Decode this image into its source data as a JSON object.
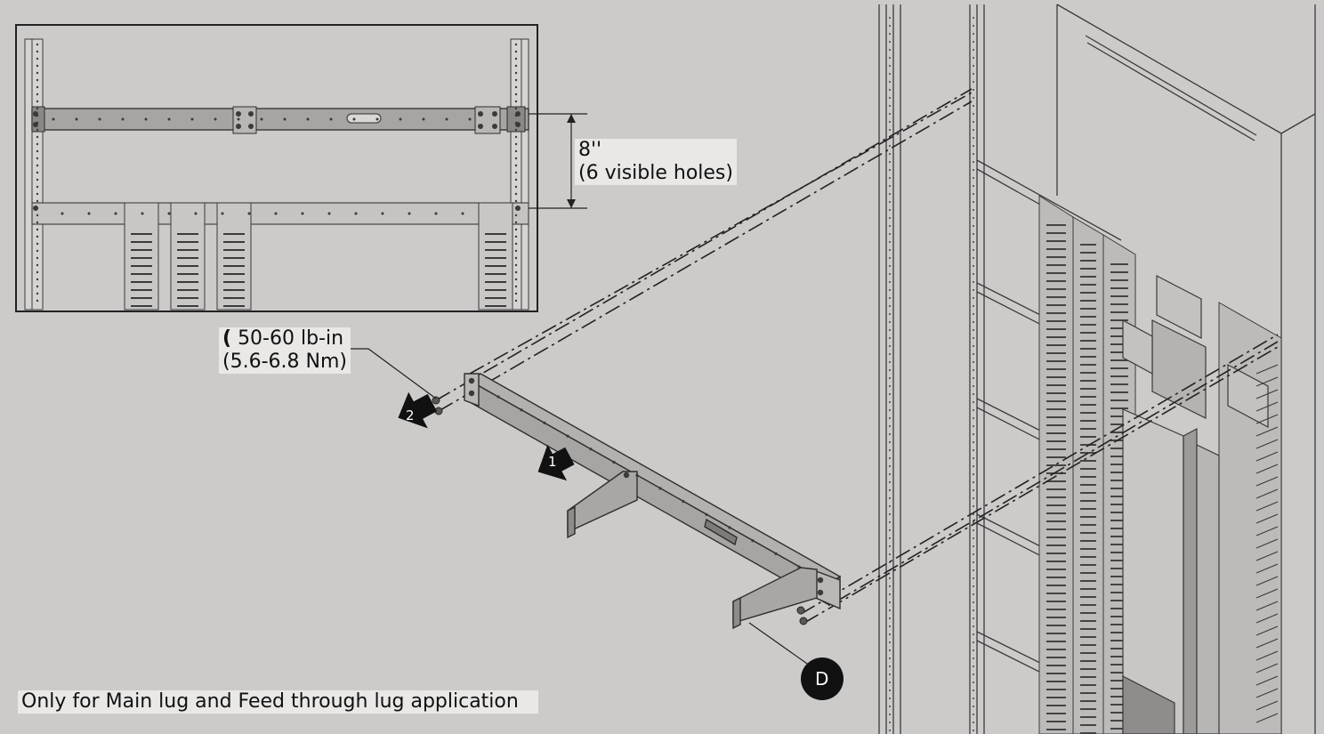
{
  "labels": {
    "dimension_value": "8''",
    "dimension_note": "(6 visible holes)",
    "torque_icon": "(",
    "torque_value": "50-60 lb-in",
    "torque_metric": "(5.6-6.8 Nm)",
    "step_1": "1",
    "step_2": "2",
    "part_d": "D",
    "application_note": "Only for Main lug and Feed through lug application"
  },
  "colors": {
    "background": "#cdcbca",
    "line": "#333333",
    "metal": "#a9a7a5",
    "metal_light": "#c2c0be",
    "badge": "#111111",
    "label_bg": "#e9e8e7"
  }
}
